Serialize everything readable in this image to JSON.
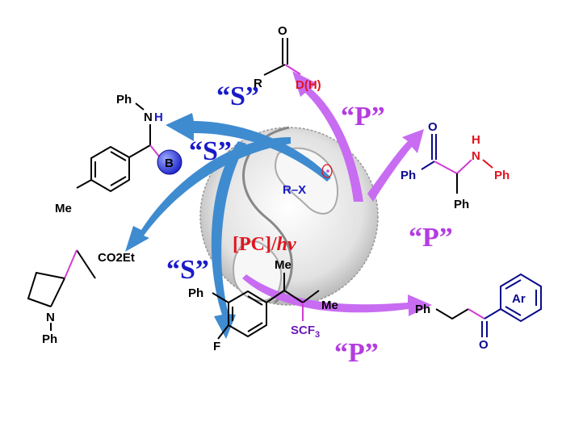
{
  "colors": {
    "blue_arrow": "#3f8bd0",
    "purple_arrow": "#c86cf2",
    "label_blue": "#1a1ac8",
    "label_purple": "#b43ce0",
    "red": "#e0141e",
    "navy": "#0a0a8c",
    "magenta": "#d23cd2"
  },
  "center": {
    "reagent": "R–X",
    "catalyst": "[PC]/",
    "light": "hv"
  },
  "labels": {
    "s": "“S”",
    "p": "“P”"
  },
  "products": {
    "aldehyde": {
      "o": "O",
      "r": "R",
      "dh": "D(H)"
    },
    "aminoketone": {
      "o": "O",
      "ph1": "Ph",
      "h": "H",
      "n": "N",
      "ph2": "Ph",
      "ph3": "Ph"
    },
    "amine_boron": {
      "ph": "Ph",
      "n": "N",
      "h": "H",
      "b": "B",
      "me": "Me"
    },
    "pyrrolidine": {
      "co2et": "CO2Et",
      "co2et_pre": "CO",
      "co2et_sub": "2",
      "co2et_post": "Et",
      "n": "N",
      "ph": "Ph"
    },
    "scf3": {
      "me1": "Me",
      "me2": "Me",
      "scf3_pre": "SCF",
      "scf3_sub": "3",
      "ph": "Ph",
      "f": "F"
    },
    "arylketone": {
      "ph": "Ph",
      "ar": "Ar",
      "o": "O"
    }
  }
}
